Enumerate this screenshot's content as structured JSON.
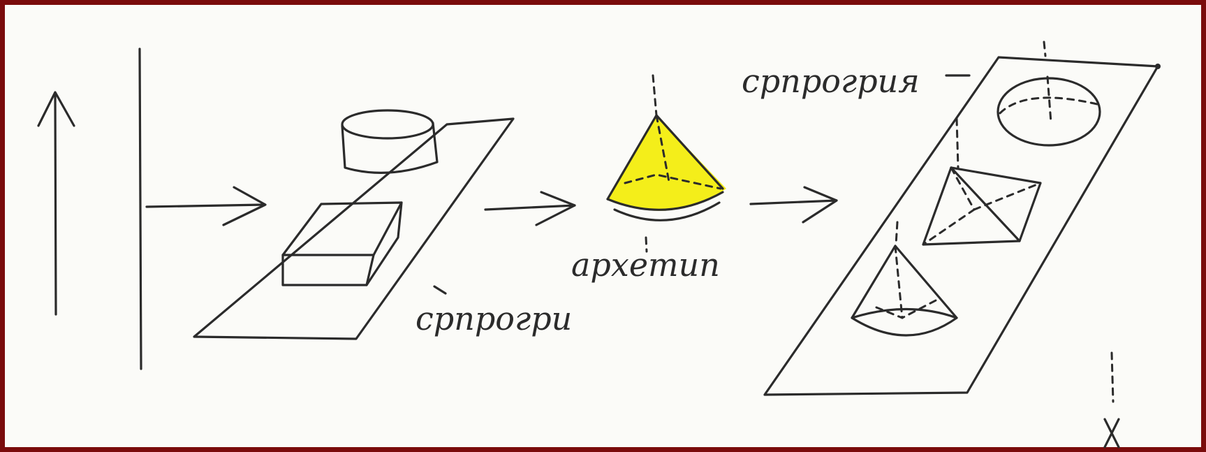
{
  "labels": {
    "left_plane": "српрогри",
    "center": "архетип",
    "right_plane": "српрогрия"
  },
  "colors": {
    "ink": "#2b2b2b",
    "highlight": "#f4ee1a",
    "frame": "#7a0c0c",
    "paper": "#fbfbf8"
  }
}
